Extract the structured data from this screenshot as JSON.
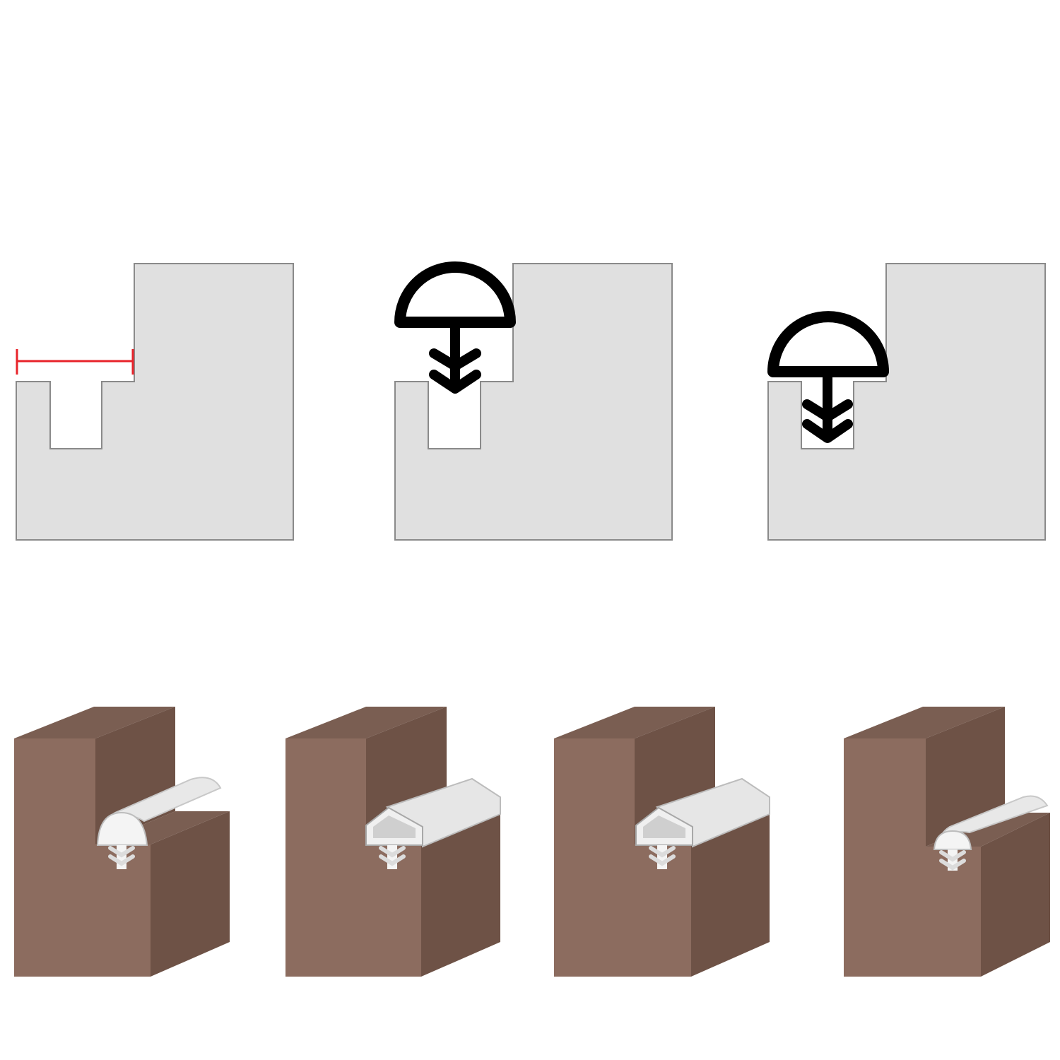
{
  "colors": {
    "background": "#ffffff",
    "panel_fill": "#e0e0e0",
    "panel_stroke": "#8a8a8a",
    "seal_black": "#000000",
    "measure_line": "#e8232a",
    "wood_front": "#8c6c5f",
    "wood_side": "#6e5246",
    "wood_top": "#7a5e52",
    "seal_white": "#f2f2f2",
    "seal_shade": "#cfcfcf",
    "seal_edge": "#b8b8b8"
  },
  "icons": {
    "measure": "groove-width-measure-icon",
    "seal_profile": "t-seal-strip-profile-icon",
    "insert_arrow": "barbed-stem-arrow-icon"
  },
  "top_row": {
    "steps": [
      {
        "name": "step-1-measure-groove",
        "shows_measure": true,
        "seal": "none"
      },
      {
        "name": "step-2-align-seal",
        "shows_measure": false,
        "seal": "above"
      },
      {
        "name": "step-3-seal-inserted",
        "shows_measure": false,
        "seal": "inserted"
      }
    ]
  },
  "bottom_row": {
    "profiles": [
      {
        "name": "profile-round-head",
        "shape": "round"
      },
      {
        "name": "profile-pentagon-head",
        "shape": "pentagon"
      },
      {
        "name": "profile-pentagon-head-alt",
        "shape": "pentagon"
      },
      {
        "name": "profile-small-round-head",
        "shape": "small-round"
      }
    ]
  }
}
